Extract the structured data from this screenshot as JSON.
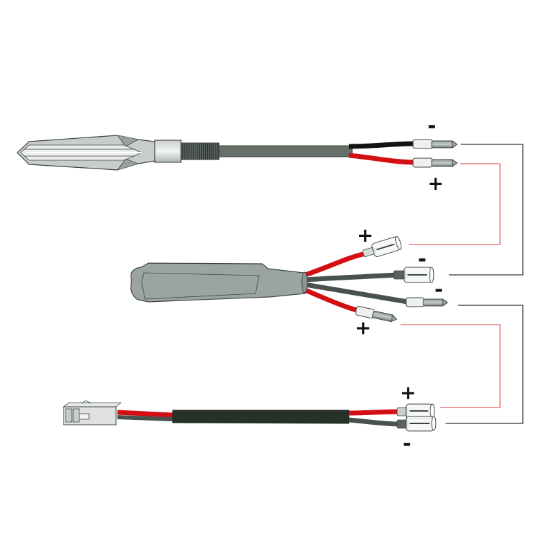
{
  "diagram": {
    "type": "wiring",
    "colors": {
      "background": "#ffffff",
      "housing_gray": "#9aa59f",
      "housing_outline": "#3d4540",
      "wire_red": "#d40f14",
      "wire_black": "#111511",
      "wire_darkgray": "#4a524d",
      "sheath_dark": "#263229",
      "link_black": "#333333",
      "link_red": "#e06060"
    },
    "components": [
      {
        "id": "indicator",
        "name": "LED turn signal indicator",
        "leads": [
          {
            "polarity": "-",
            "wire": "black"
          },
          {
            "polarity": "+",
            "wire": "red"
          }
        ]
      },
      {
        "id": "resistor",
        "name": "Load resistor module",
        "leads": [
          {
            "polarity": "+",
            "wire": "red",
            "terminal": "female"
          },
          {
            "polarity": "-",
            "wire": "gray",
            "terminal": "female"
          },
          {
            "polarity": "-",
            "wire": "gray",
            "terminal": "male"
          },
          {
            "polarity": "+",
            "wire": "red",
            "terminal": "male"
          }
        ]
      },
      {
        "id": "adapter",
        "name": "Plug adapter cable",
        "leads": [
          {
            "polarity": "+",
            "wire": "red",
            "terminal": "female"
          },
          {
            "polarity": "-",
            "wire": "gray",
            "terminal": "female"
          }
        ]
      }
    ],
    "connections": [
      {
        "from": "indicator -",
        "to": "resistor - (female)",
        "color": "black"
      },
      {
        "from": "indicator +",
        "to": "resistor + (female)",
        "color": "red"
      },
      {
        "from": "resistor - (male)",
        "to": "adapter -",
        "color": "black"
      },
      {
        "from": "resistor + (male)",
        "to": "adapter +",
        "color": "red"
      }
    ]
  },
  "labels": {
    "ind_minus": "-",
    "ind_plus": "+",
    "res_plus_top": "+",
    "res_minus_1": "-",
    "res_minus_2": "-",
    "res_plus_bottom": "+",
    "adp_plus": "+",
    "adp_minus": "-"
  }
}
